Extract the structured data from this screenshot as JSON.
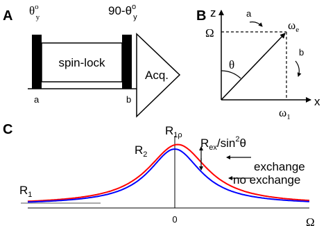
{
  "panels": {
    "a": "A",
    "b": "B",
    "c": "C"
  },
  "pulse_sequence": {
    "theta_main": "θ",
    "theta_sup": "o",
    "theta_sub": "y",
    "second_pulse_main": "90-θ",
    "second_pulse_sup": "o",
    "second_pulse_sub": "y",
    "spinlock_label": "spin-lock",
    "acq_label": "Acq.",
    "point_a": "a",
    "point_b": "b"
  },
  "vector_diagram": {
    "z_axis": "z",
    "x_axis": "x",
    "omega_big": "Ω",
    "omega_e_main": "ω",
    "omega_e_sub": "e",
    "omega_1_main": "ω",
    "omega_1_sub": "1",
    "theta": "θ",
    "path_a": "a",
    "path_b": "b"
  },
  "relaxation_plot": {
    "r1rho_main": "R",
    "r1rho_sub": "1ρ",
    "r2_main": "R",
    "r2_sub": "2",
    "r1_main": "R",
    "r1_sub": "1",
    "rex_main": "R",
    "rex_sub": "ex",
    "rex_mid": "/sin",
    "rex_sup": "2",
    "rex_end": "θ",
    "zero_tick": "0",
    "omega_axis": "Ω",
    "legend_exchange": "exchange",
    "legend_no_exchange": "no exchange",
    "color_exchange": "#ff0000",
    "color_no_exchange": "#0000ff"
  }
}
